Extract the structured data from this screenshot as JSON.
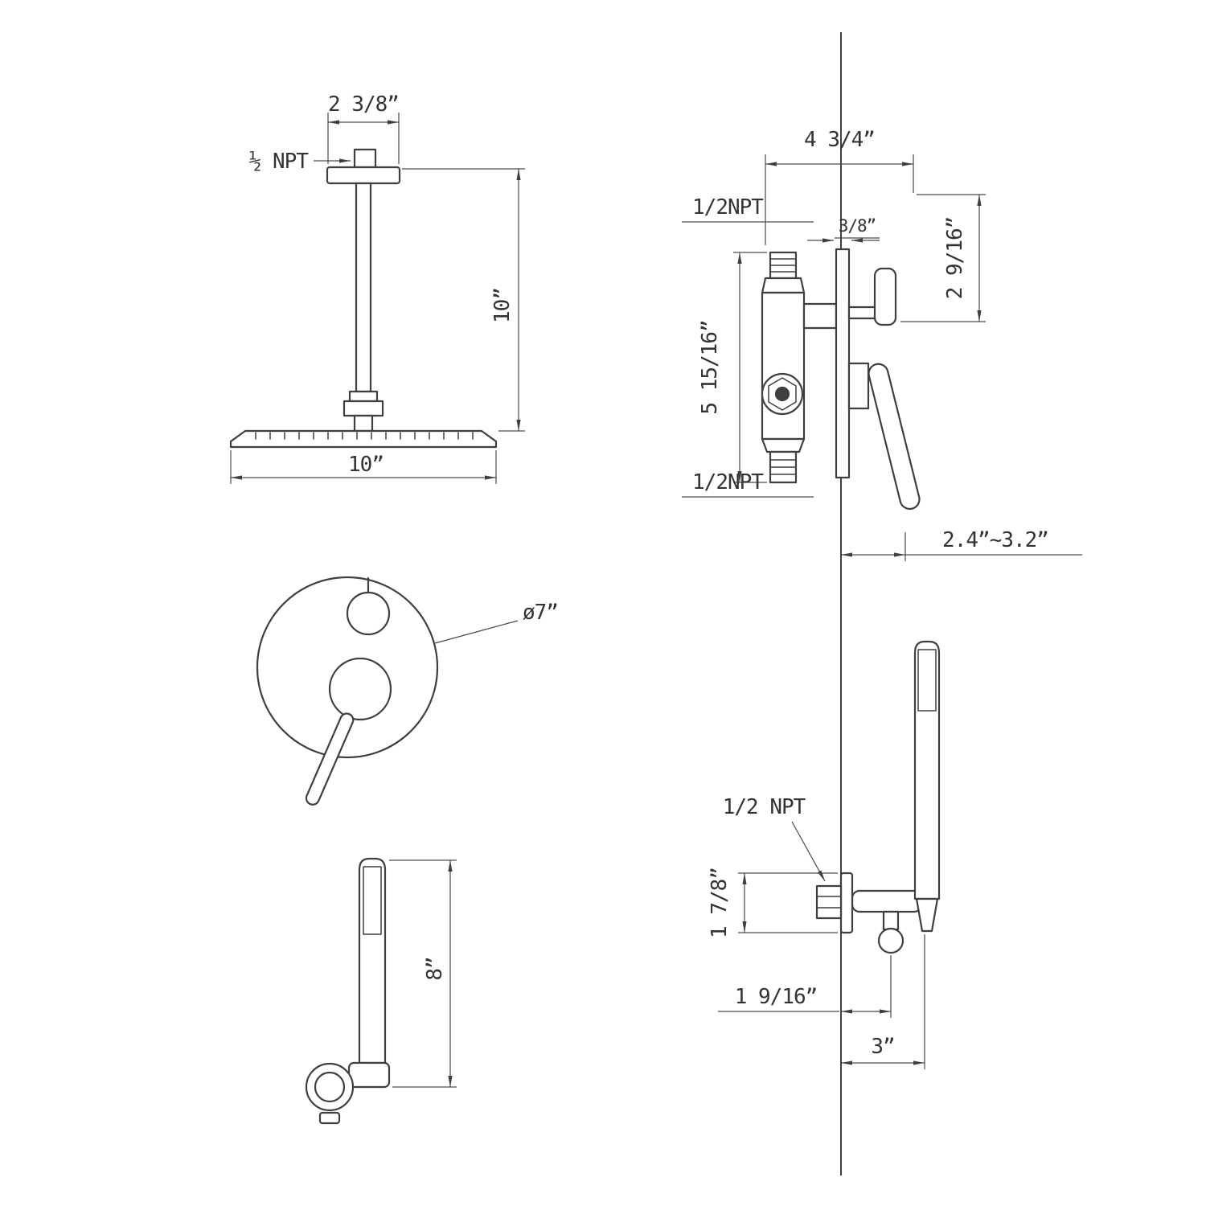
{
  "style": {
    "line": "#3f3f3f",
    "dim": "#4a4a4a",
    "text": "#333333",
    "bg": "#ffffff"
  },
  "views": {
    "ceiling_shower": {
      "flange_width": "2 3/8”",
      "inlet_thread": "½ NPT",
      "arm_length": "10”",
      "head_width": "10”"
    },
    "valve_side": {
      "total_width": "4 3/4”",
      "top_inlet_thread": "1/2NPT",
      "plate_gap": "3/8”",
      "knob_offset": "2 9/16”",
      "body_height": "5 15/16”",
      "bottom_outlet_thread": "1/2NPT",
      "wall_depth_range": "2.4”~3.2”"
    },
    "trim_plate": {
      "diameter": "ø7”"
    },
    "hand_shower": {
      "length": "8”"
    },
    "wall_outlet": {
      "thread": "1/2 NPT",
      "flange_height": "1 7/8”",
      "outlet_offset": "1 9/16”",
      "holder_reach": "3”"
    }
  }
}
